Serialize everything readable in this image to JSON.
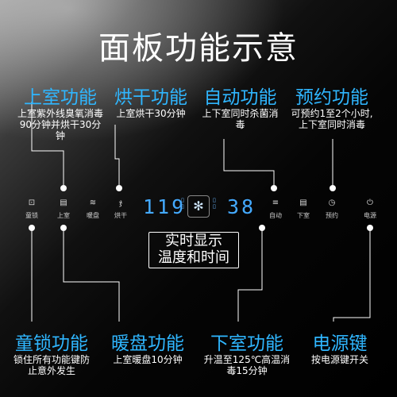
{
  "title": "面板功能示意",
  "callouts_top": [
    {
      "title": "上室功能",
      "desc": "上室紫外线臭氧消毒90分钟并烘干30分钟"
    },
    {
      "title": "烘干功能",
      "desc": "上室烘干30分钟"
    },
    {
      "title": "自动功能",
      "desc": "上下室同时杀菌消毒"
    },
    {
      "title": "预约功能",
      "desc": "可预约1至2个小时,上下室同时消毒"
    }
  ],
  "callouts_bottom": [
    {
      "title": "童锁功能",
      "desc": "锁住所有功能键防止意外发生"
    },
    {
      "title": "暖盘功能",
      "desc": "上室暖盘10分钟"
    },
    {
      "title": "下室功能",
      "desc": "升温至125℃高温消毒15分钟"
    },
    {
      "title": "电源键",
      "desc": "按电源键开关"
    }
  ],
  "panel": {
    "keys": [
      {
        "label": "童锁",
        "icon": "lock-icon",
        "glyph": "⊡"
      },
      {
        "label": "上室",
        "icon": "upper-chamber-icon",
        "glyph": "▤"
      },
      {
        "label": "暖盘",
        "icon": "warm-plate-icon",
        "glyph": "≋"
      },
      {
        "label": "烘干",
        "icon": "dry-icon",
        "glyph": "ჯ"
      },
      {
        "label": "自动",
        "icon": "auto-icon",
        "glyph": "≡"
      },
      {
        "label": "下室",
        "icon": "lower-chamber-icon",
        "glyph": "▤"
      },
      {
        "label": "预约",
        "icon": "clock-icon",
        "glyph": "◷"
      },
      {
        "label": "电源",
        "icon": "power-icon",
        "glyph": "⏻"
      }
    ],
    "left_display": "119",
    "right_display": "38",
    "fan_glyph": "✻",
    "display_caption_line1": "实时显示",
    "display_caption_line2": "温度和时间"
  }
}
